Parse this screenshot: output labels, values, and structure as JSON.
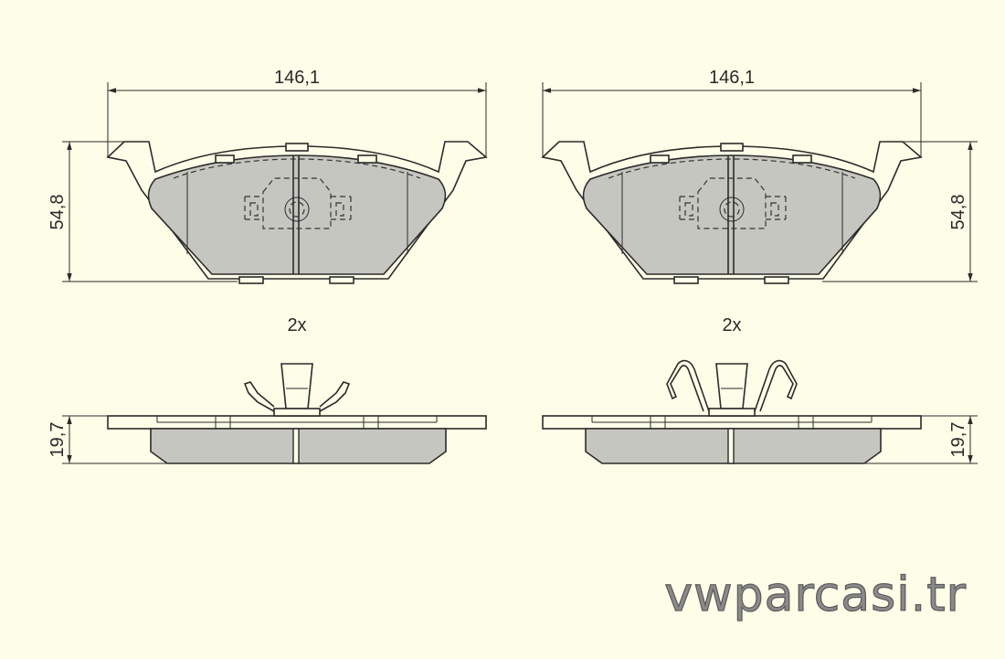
{
  "dimensions": {
    "width_left": "146,1",
    "width_right": "146,1",
    "height_left": "54,8",
    "height_right": "54,8",
    "thickness_left": "19,7",
    "thickness_right": "19,7"
  },
  "quantity": {
    "left": "2x",
    "right": "2x"
  },
  "watermark": "vwparcasi.tr",
  "colors": {
    "background": "#fdfde8",
    "friction_material": "#c6c6c0",
    "line": "#2b2b2b"
  }
}
